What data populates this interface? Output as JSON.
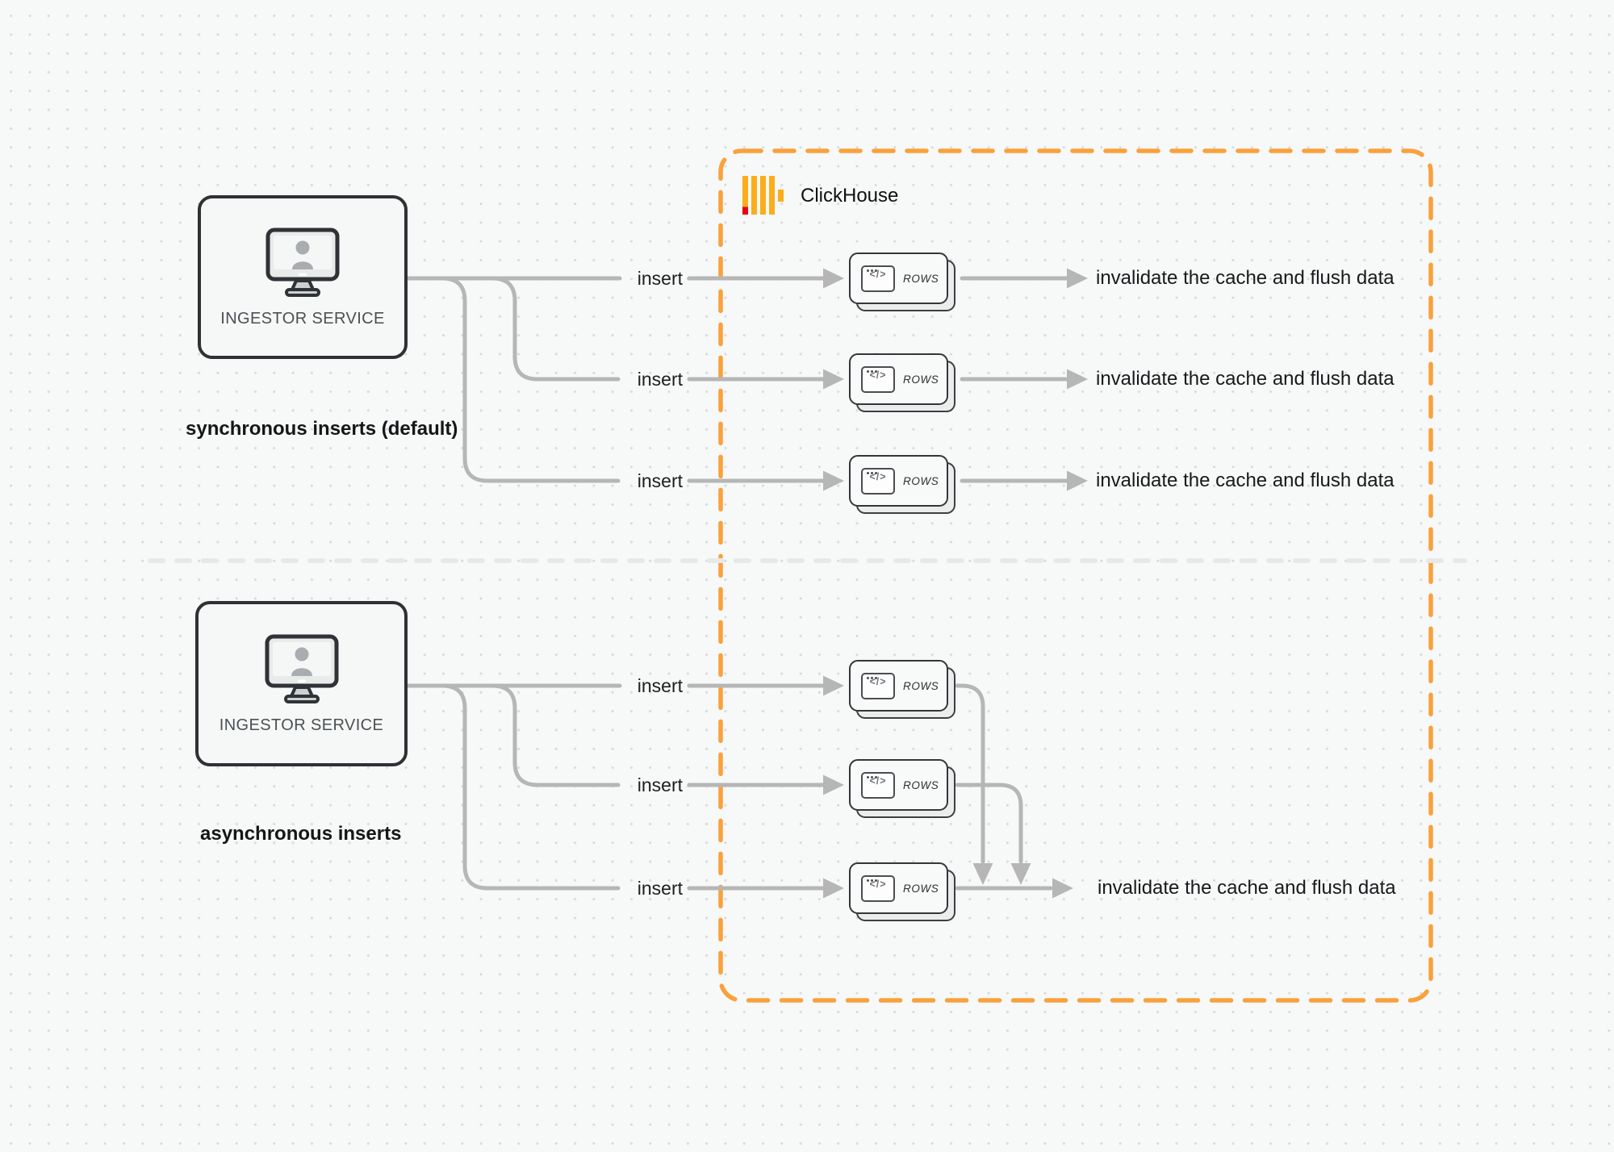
{
  "diagram": {
    "provider_label": "ClickHouse",
    "code_glyph": "</>",
    "colors": {
      "accent_orange": "#F9A13C",
      "logo_yellow": "#FAAE1B",
      "logo_red": "#E60012",
      "connector_gray": "#B6B6B6",
      "divider_gray": "#E7E8E8"
    }
  },
  "sync_section": {
    "ingestor_label": "INGESTOR SERVICE",
    "caption": "synchronous inserts (default)",
    "rows": [
      {
        "insert_label": "insert",
        "rows_label": "ROWS",
        "result_label": "invalidate the cache and flush data"
      },
      {
        "insert_label": "insert",
        "rows_label": "ROWS",
        "result_label": "invalidate the cache and flush data"
      },
      {
        "insert_label": "insert",
        "rows_label": "ROWS",
        "result_label": "invalidate the cache and flush data"
      }
    ]
  },
  "async_section": {
    "ingestor_label": "INGESTOR SERVICE",
    "caption": "asynchronous inserts",
    "rows": [
      {
        "insert_label": "insert",
        "rows_label": "ROWS"
      },
      {
        "insert_label": "insert",
        "rows_label": "ROWS"
      },
      {
        "insert_label": "insert",
        "rows_label": "ROWS",
        "result_label": "invalidate the cache and flush data"
      }
    ]
  }
}
